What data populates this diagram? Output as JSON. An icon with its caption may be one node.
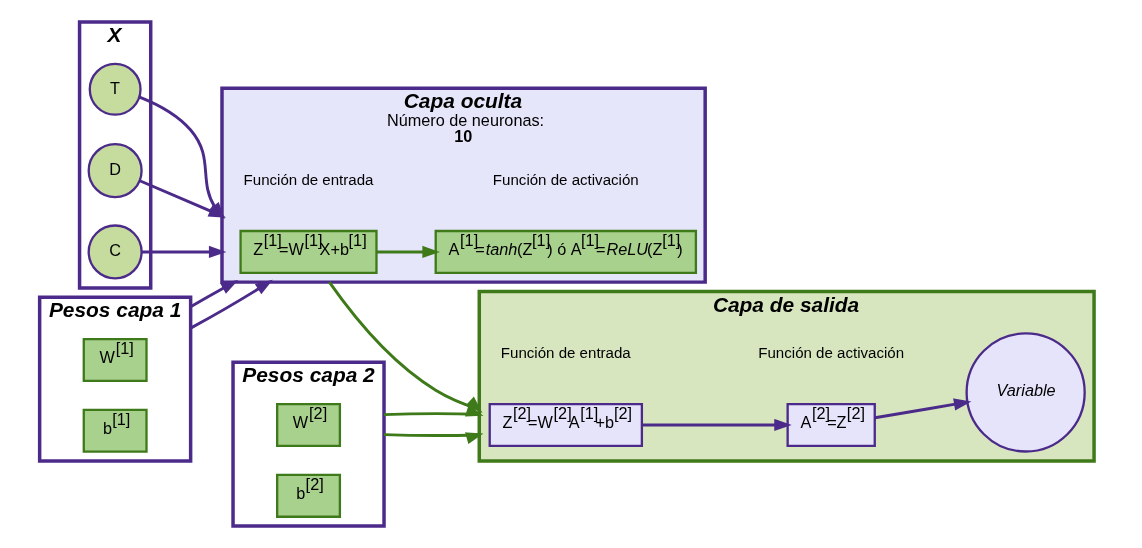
{
  "diagram": {
    "nodes": [
      {
        "text": [
          "X"
        ]
      },
      {
        "text": [
          "T"
        ],
        "in": 0
      },
      {
        "text": [
          "D"
        ],
        "in": 0
      },
      {
        "text": [
          "C"
        ],
        "in": 0
      },
      {
        "text": [
          "Capa oculta",
          "Número de neuronas: **10**"
        ]
      },
      {
        "text": [
          "Z$^{[1]}$=W$^{[1]}$X+b$^{[1]}$"
        ],
        "in": 4,
        "beside": [
          "Función de entrada"
        ]
      },
      {
        "text": [
          "A$^{[1]}$=*tanh*(Z$^{[1]}$) ó A$^{[1]}$=*ReLU*(Z$^{[1]}$)"
        ],
        "in": 4,
        "beside": [
          "Función de activación"
        ]
      },
      {
        "text": [
          "Capa de salida"
        ]
      },
      {
        "text": [
          "Z$^{[2]}$=W$^{[2]}$A$^{[1]}$+b$^{[2]}$"
        ],
        "in": 7,
        "beside": [
          "Función de entrada"
        ]
      },
      {
        "text": [
          "A$^{[2]}$=Z$^{[2]}$"
        ],
        "in": 7,
        "beside": [
          "Función de activación"
        ]
      },
      {
        "text": [
          "Variable"
        ],
        "in": 7
      },
      {
        "text": [
          "Pesos capa 1"
        ]
      },
      {
        "text": [
          "W$^{[1]}$"
        ],
        "in": 11
      },
      {
        "text": [
          "b$^{[1]}$"
        ],
        "in": 11
      },
      {
        "text": [
          "Pesos capa 2"
        ]
      },
      {
        "text": [
          "W$^{[2]}$"
        ],
        "in": 14
      },
      {
        "text": [
          "b$^{[2]}$"
        ],
        "in": 14
      }
    ],
    "edges": [
      {
        "from": 1,
        "to": 4,
        "arrow": "to"
      },
      {
        "from": 2,
        "to": 4,
        "arrow": "to"
      },
      {
        "from": 3,
        "to": 4,
        "arrow": "to"
      },
      {
        "from": 5,
        "to": 6,
        "arrow": "to",
        "color": "#3f7a1a"
      },
      {
        "from": 4,
        "to": 7,
        "arrow": "to",
        "color": "#3f7a1a"
      },
      {
        "from": 8,
        "to": 9,
        "arrow": "to"
      },
      {
        "from": 9,
        "to": 10,
        "arrow": "to"
      },
      {
        "from": 11,
        "to": 4,
        "arrow": "to"
      },
      {
        "from": 11,
        "to": 4,
        "arrow": "to"
      },
      {
        "from": 14,
        "to": 7,
        "arrow": "to",
        "color": "#3f7a1a"
      },
      {
        "from": 14,
        "to": 7,
        "arrow": "to",
        "color": "#3f7a1a"
      }
    ]
  }
}
